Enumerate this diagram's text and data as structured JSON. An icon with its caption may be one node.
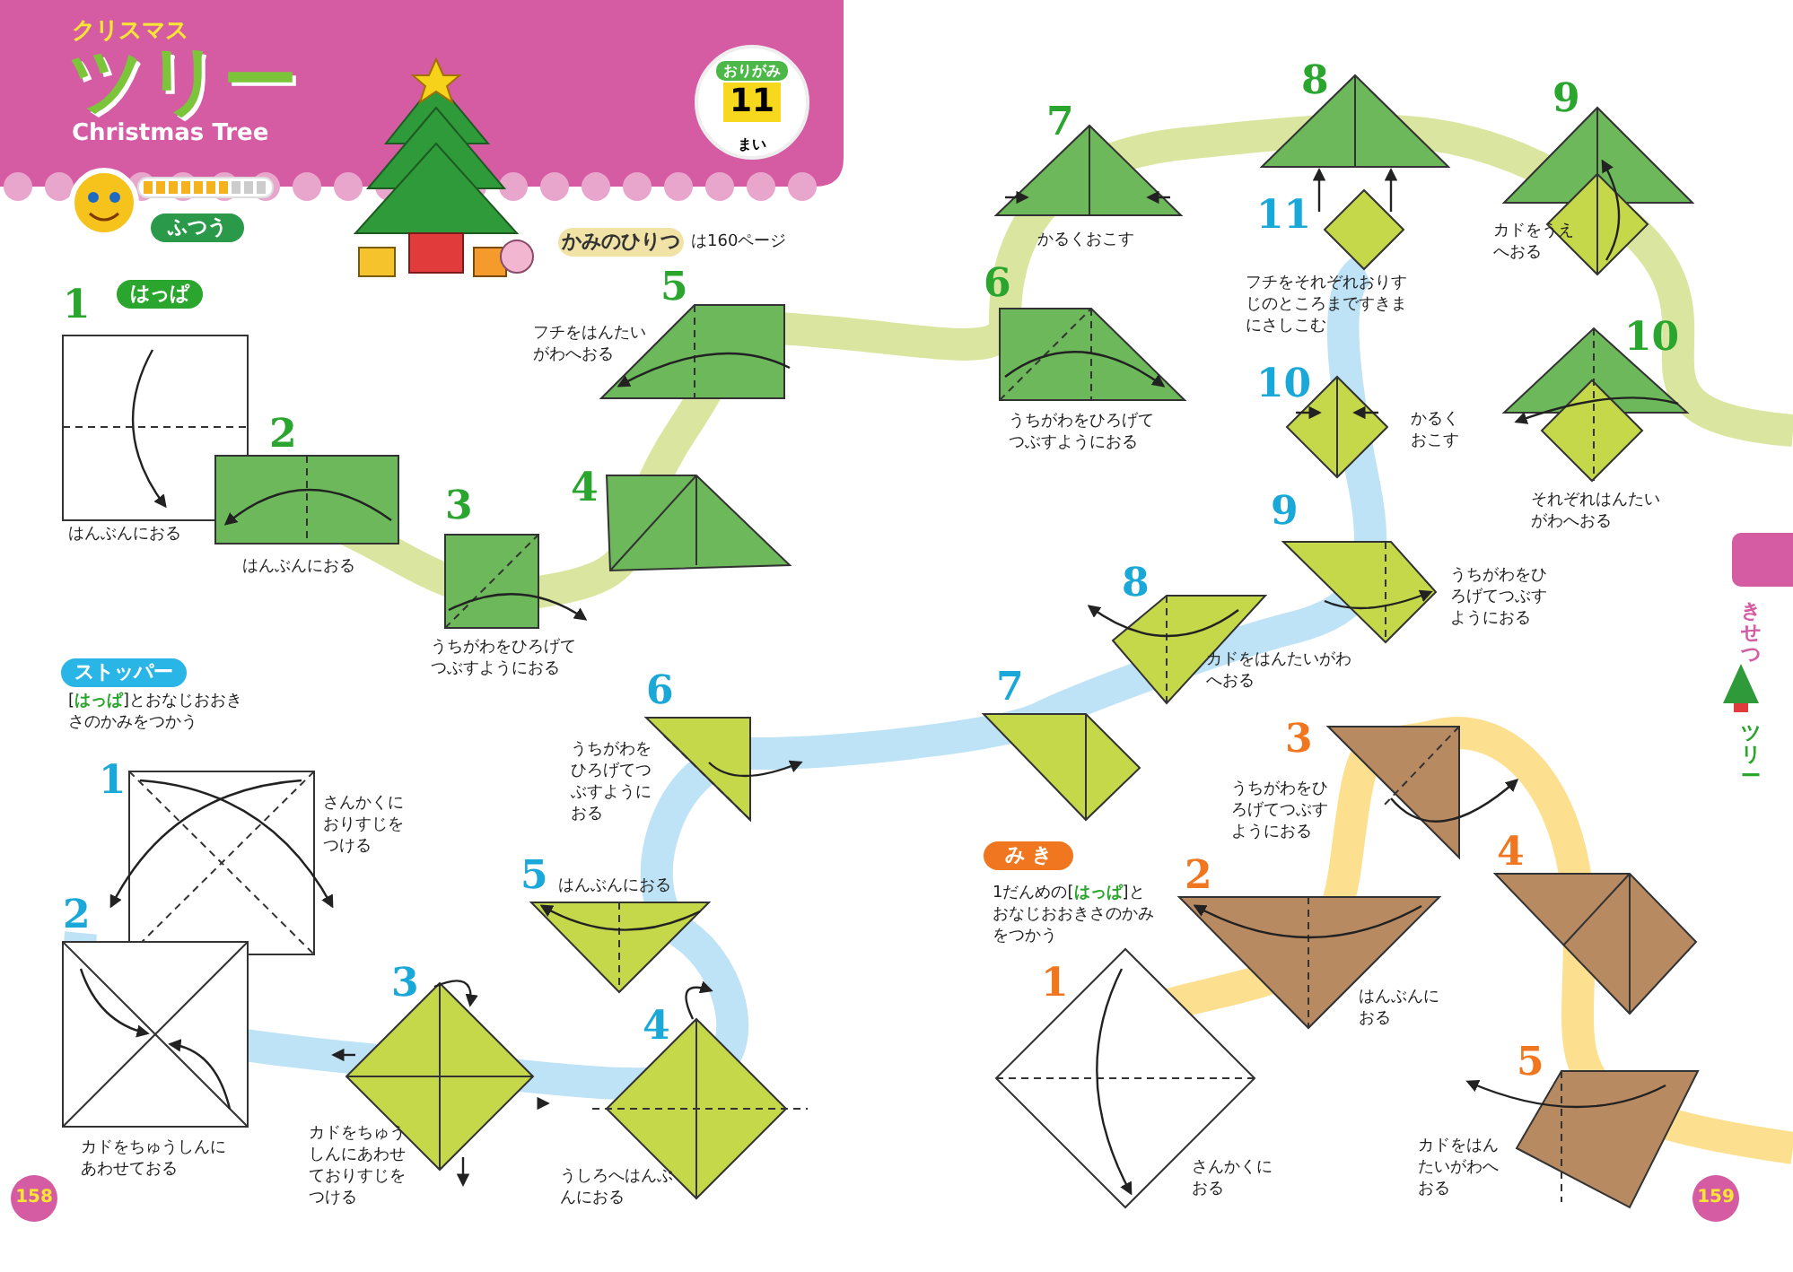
{
  "diagram": {
    "title": "ツリー",
    "nodes": [
      {
        "text": [
          "おりがみ",
          "11",
          "まい"
        ]
      },
      {
        "text": [
          "ふつう"
        ]
      },
      {
        "text": [
          "かみのひりつ"
        ],
        "beside": [
          "は160ページ"
        ]
      },
      {
        "text": [
          "はっぱ"
        ]
      },
      {
        "text": [
          "ストッパー"
        ]
      },
      {
        "text": [
          "み き"
        ]
      },
      {
        "text": [
          "158"
        ]
      },
      {
        "text": [
          "159"
        ]
      }
    ],
    "labels": [
      "クリスマス",
      "Christmas Tree",
      "1",
      "はんぶんにおる",
      "2",
      "はんぶんにおる",
      "3",
      "うちがわをひろげてつぶすようにおる",
      "4",
      "5",
      "フチをはんたいがわへおる",
      "6",
      "うちがわをひろげてつぶすようにおる",
      "7",
      "かるくおこす",
      "8",
      "9",
      "カドをうえへおる",
      "10",
      "それぞれはんたいがわへおる",
      "[**はっぱ**]とおなじおおきさのかみをつかう",
      "1",
      "さんかくにおりすじをつける",
      "2",
      "カドをちゅうしんにあわせておる",
      "3",
      "カドをちゅうしんにあわせておりすじをつける",
      "4",
      "うしろへはんぶんにおる",
      "5",
      "はんぶんにおる",
      "6",
      "うちがわをひろげてつぶすようにおる",
      "7",
      "8",
      "カドをはんたいがわへおる",
      "9",
      "うちがわをひろげてつぶすようにおる",
      "10",
      "かるくおこす",
      "11",
      "フチをそれぞれおりすじのところまですきまにさしこむ",
      "1だんめの[**はっぱ**]とおなじおおきさのかみをつかう",
      "1",
      "さんかくにおる",
      "2",
      "はんぶんにおる",
      "3",
      "うちがわをひろげてつぶすようにおる",
      "4",
      "5",
      "カドをはんたいがわへおる",
      "きせつ",
      "ツリー"
    ]
  }
}
